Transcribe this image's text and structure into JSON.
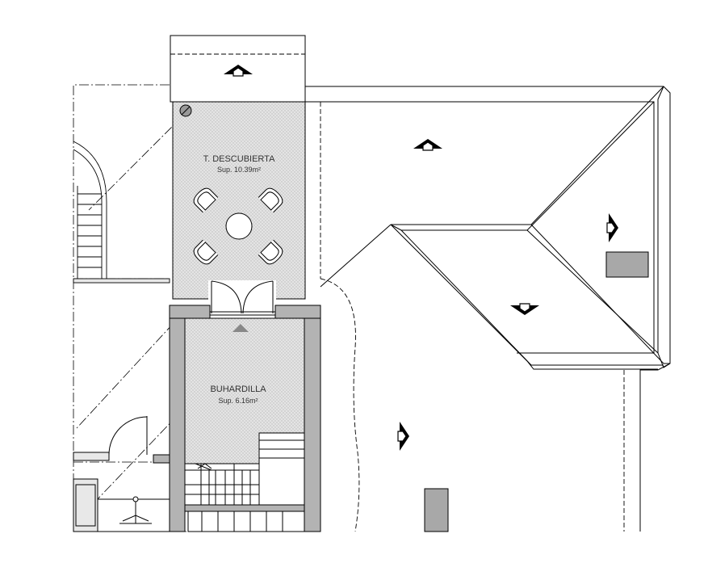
{
  "rooms": [
    {
      "name": "T. DESCUBIERTA",
      "area": "Sup. 10.39m²"
    },
    {
      "name": "BUHARDILLA",
      "area": "Sup. 6.16m²"
    }
  ],
  "colors": {
    "line": "#000000",
    "wall": "#b3b3b3",
    "hatch": "#d9d9d9",
    "chimney": "#a8a8a8",
    "text": "#333333"
  },
  "icons": {
    "roof_slope_arrow": "slope-arrow-icon",
    "drain": "drain-icon",
    "chimney": "chimney-block"
  }
}
